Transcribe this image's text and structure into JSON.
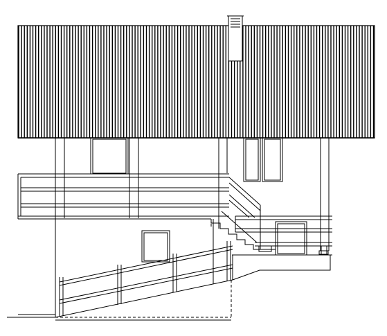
{
  "drawing": {
    "type": "architectural-elevation",
    "line_color": "#000000",
    "background_color": "#ffffff",
    "components": [
      "standing-seam-roof",
      "chimney",
      "upper-deck-railing",
      "exterior-stair",
      "lower-deck-railing",
      "access-ramp",
      "windows",
      "foundation-dashed",
      "ground-line"
    ]
  }
}
